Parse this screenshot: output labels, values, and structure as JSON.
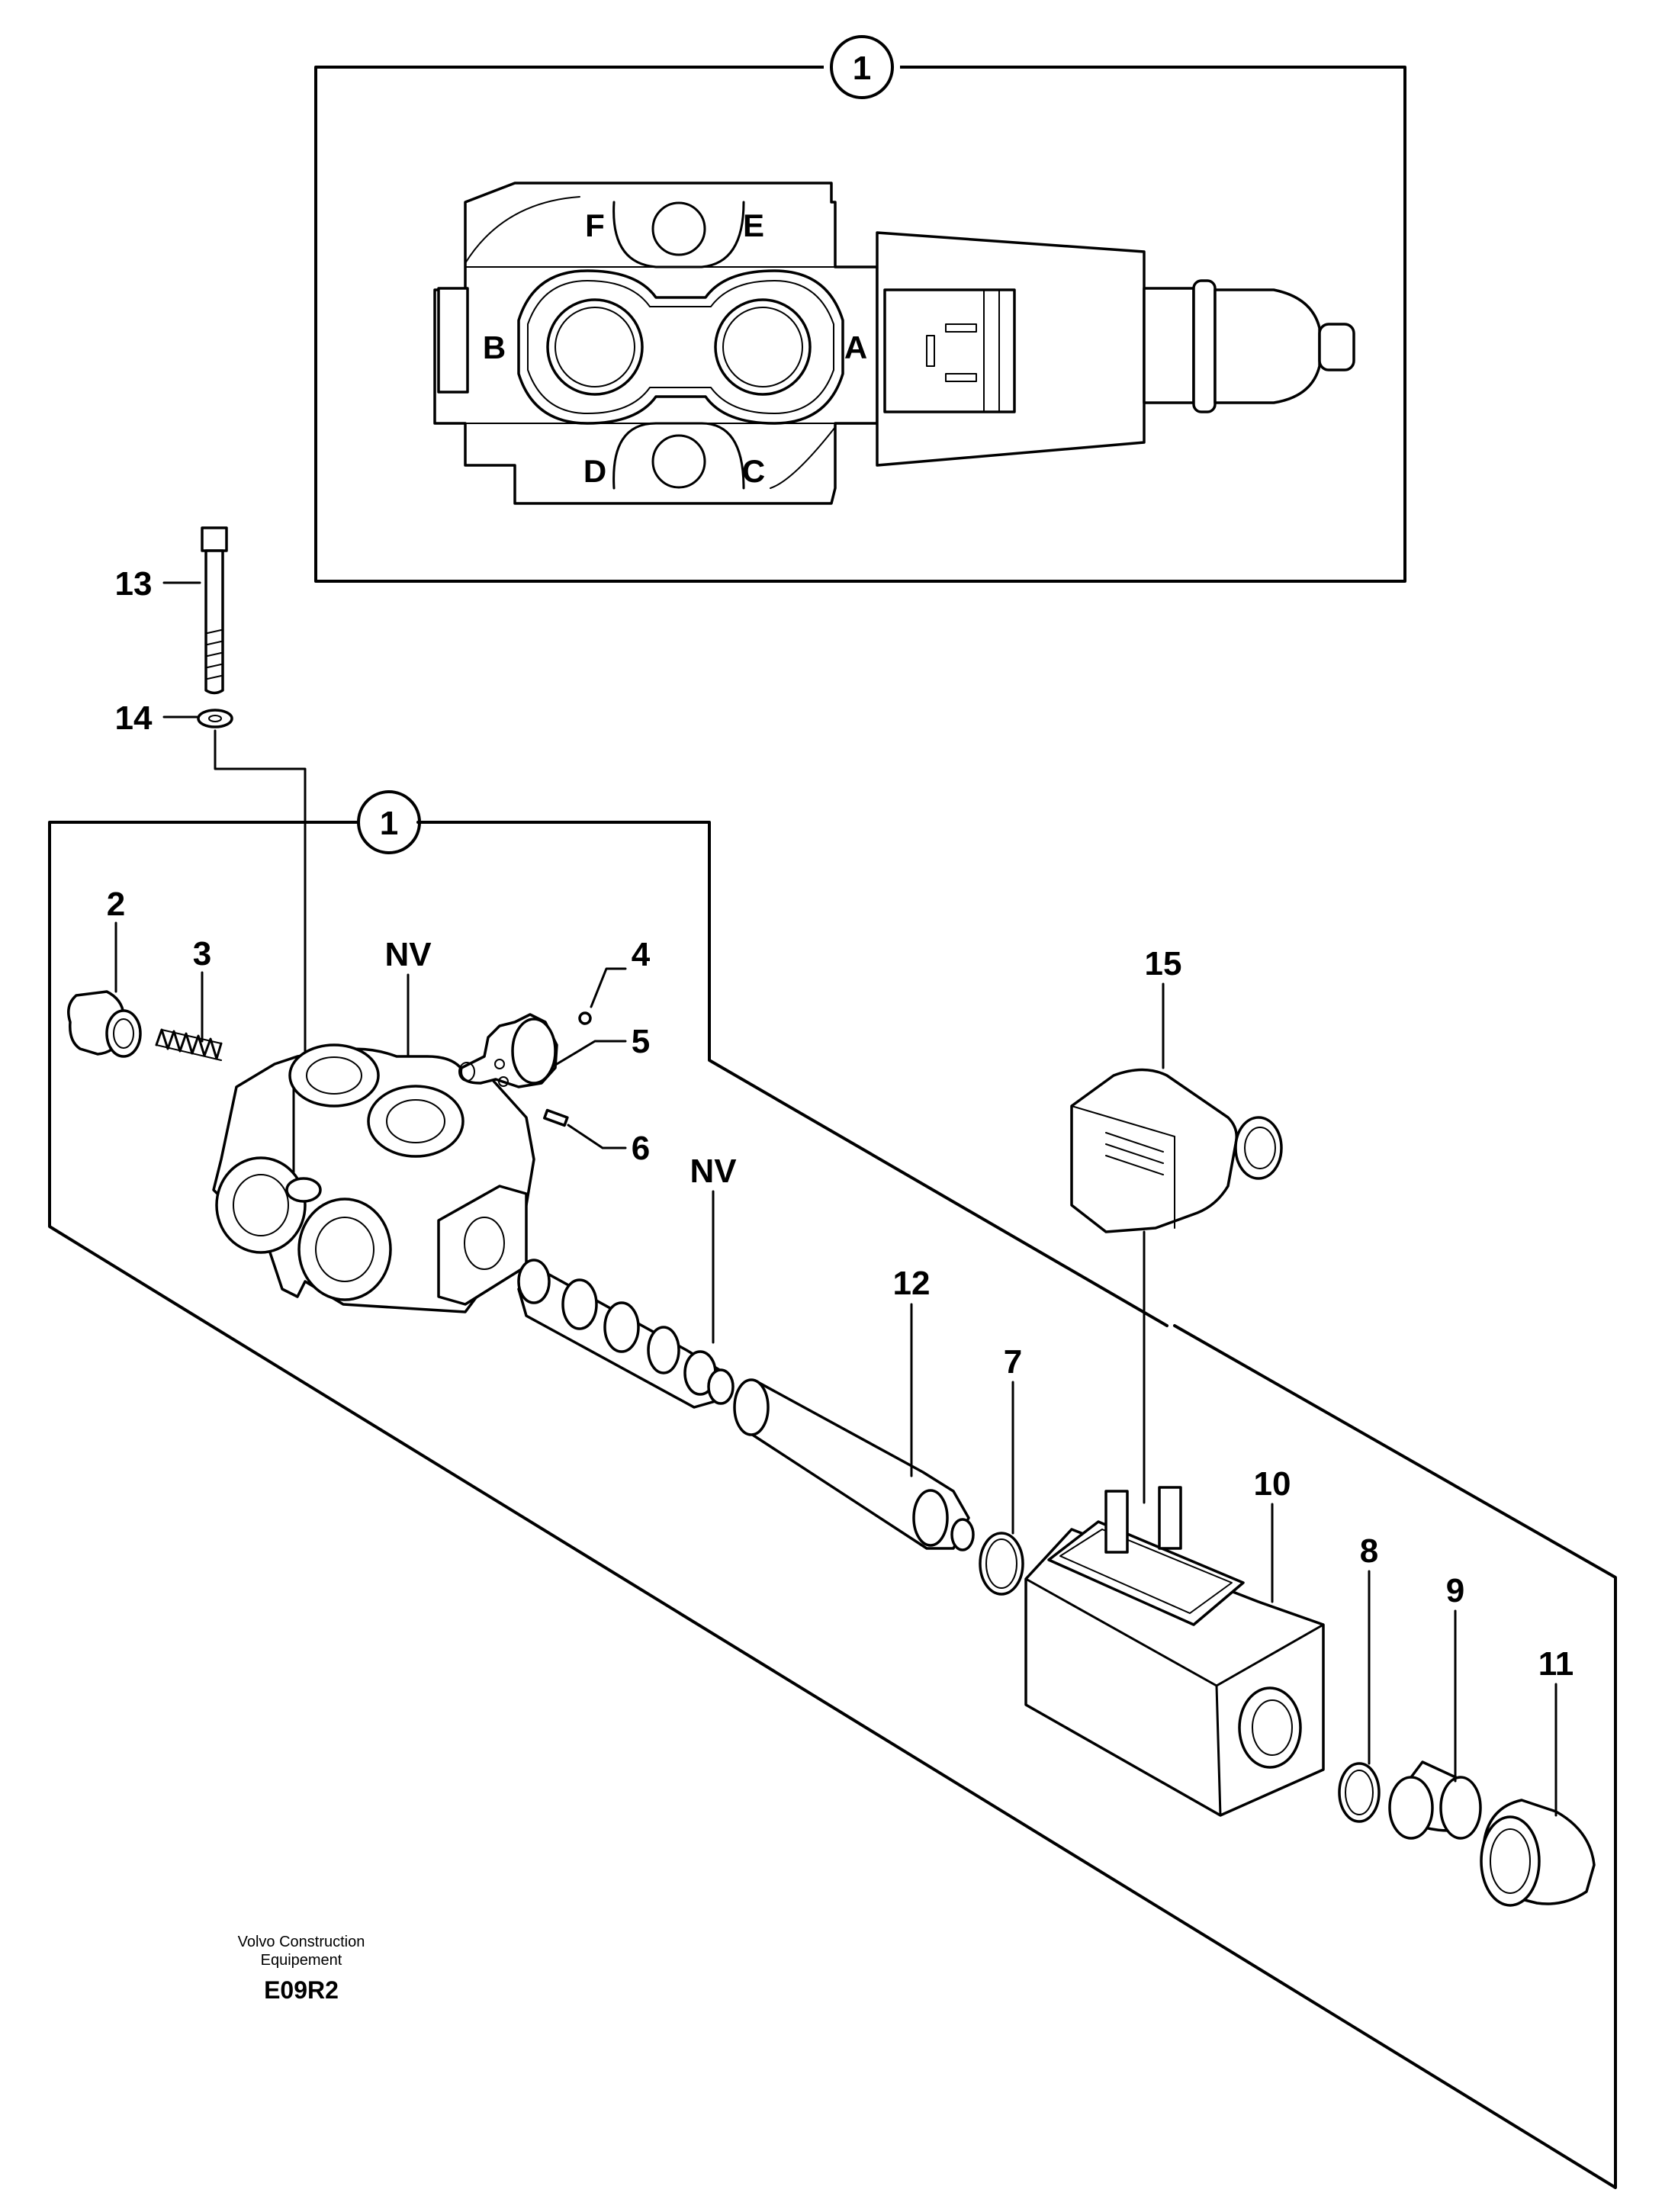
{
  "ports": {
    "F": "F",
    "E": "E",
    "B": "B",
    "A": "A",
    "D": "D",
    "C": "C"
  },
  "callouts": {
    "assembly_top": "1",
    "assembly_bottom": "1",
    "p2": "2",
    "p3": "3",
    "p4": "4",
    "p5": "5",
    "p6": "6",
    "p7": "7",
    "p8": "8",
    "p9": "9",
    "p10": "10",
    "p11": "11",
    "p12": "12",
    "p13": "13",
    "p14": "14",
    "p15": "15",
    "nv_body": "NV",
    "nv_spool": "NV"
  },
  "footer": {
    "brand_line1": "Volvo Construction",
    "brand_line2": "Equipement",
    "figure_code": "E09R2"
  }
}
